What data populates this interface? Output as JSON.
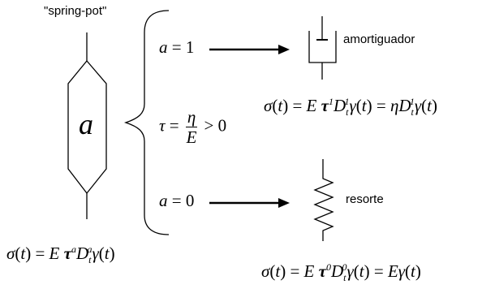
{
  "title": "\"spring-pot\"",
  "element_symbol": "a",
  "case_damper": {
    "condition": {
      "var": "a",
      "op": "=",
      "value": "1"
    },
    "label": "amortiguador"
  },
  "case_middle": {
    "var": "τ",
    "eq": "=",
    "num": "η",
    "den": "E",
    "ineq": "> 0"
  },
  "case_spring": {
    "condition": {
      "var": "a",
      "op": "=",
      "value": "0"
    },
    "label": "resorte"
  },
  "eq_damper": "σ(t) = E τ¹ D_t¹ γ(t) = η D_t¹ γ(t)",
  "eq_general": "σ(t) = E τ^a D_t^a γ(t)",
  "eq_spring": "σ(t) = E τ⁰ D_t⁰ γ(t) = E γ(t)",
  "colors": {
    "ink": "#000000",
    "background": "#ffffff"
  }
}
